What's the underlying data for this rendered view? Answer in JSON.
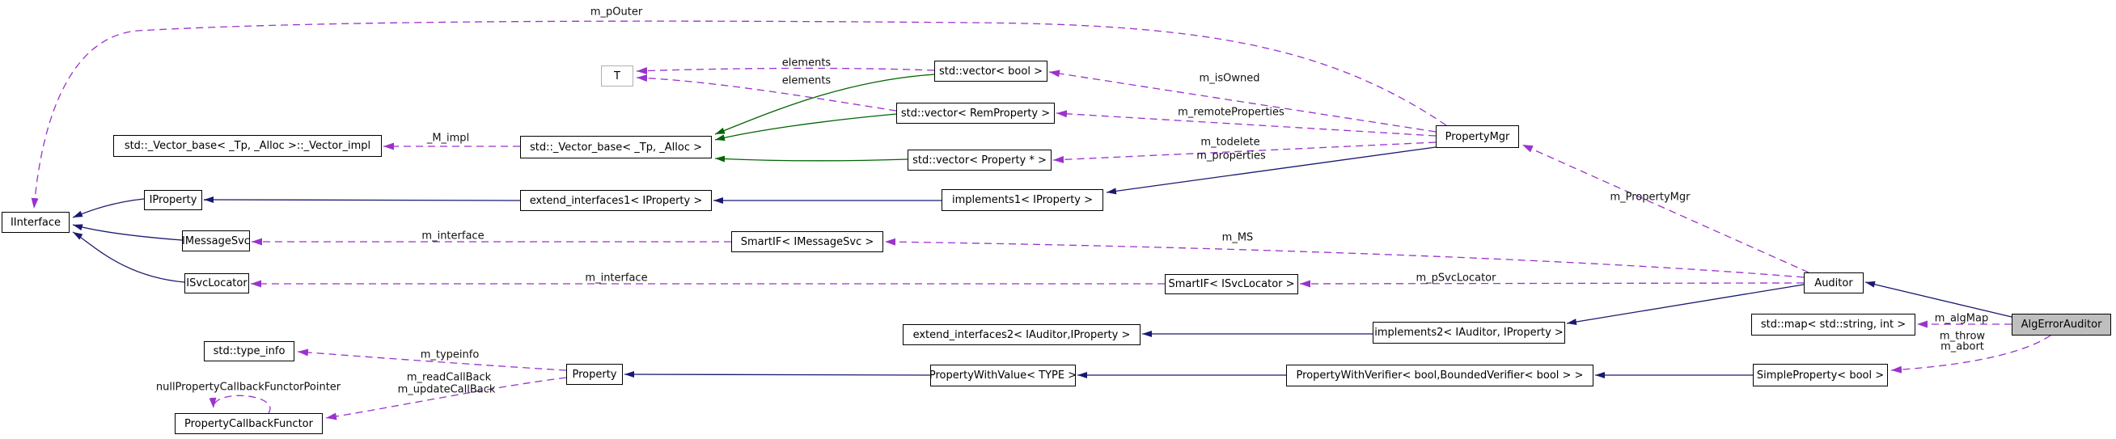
{
  "diagram": {
    "kind": "doxygen-collaboration-graph",
    "highlighted_node": "AlgErrorAuditor",
    "colors": {
      "public_inheritance": "#191970",
      "protected_inheritance": "#006400",
      "usage_dashed": "#9a32cd",
      "node_border": "#000000",
      "highlight_fill": "#bfbfbf",
      "background": "#ffffff"
    },
    "nodes": [
      {
        "label": "IInterface"
      },
      {
        "label": "std::_Vector_base< _Tp, _Alloc >::_Vector_impl"
      },
      {
        "label": "T"
      },
      {
        "label": "std::vector< bool >"
      },
      {
        "label": "std::vector< RemProperty >"
      },
      {
        "label": "std::_Vector_base< _Tp, _Alloc >"
      },
      {
        "label": "std::vector< Property * >"
      },
      {
        "label": "PropertyMgr"
      },
      {
        "label": "IProperty"
      },
      {
        "label": "extend_interfaces1< IProperty >"
      },
      {
        "label": "implements1< IProperty >"
      },
      {
        "label": "IMessageSvc"
      },
      {
        "label": "SmartIF< IMessageSvc >"
      },
      {
        "label": "ISvcLocator"
      },
      {
        "label": "SmartIF< ISvcLocator >"
      },
      {
        "label": "Auditor"
      },
      {
        "label": "std::map< std::string, int >"
      },
      {
        "label": "AlgErrorAuditor"
      },
      {
        "label": "extend_interfaces2< IAuditor,IProperty >"
      },
      {
        "label": "implements2< IAuditor, IProperty >"
      },
      {
        "label": "SimpleProperty< bool >"
      },
      {
        "label": "std::type_info"
      },
      {
        "label": "Property"
      },
      {
        "label": "PropertyWithValue< TYPE >"
      },
      {
        "label": "PropertyWithVerifier< bool,BoundedVerifier< bool > >"
      },
      {
        "label": "PropertyCallbackFunctor"
      }
    ],
    "edge_labels": [
      {
        "text": "m_pOuter"
      },
      {
        "text": "elements"
      },
      {
        "text": "elements"
      },
      {
        "text": "m_isOwned"
      },
      {
        "text": "m_remoteProperties"
      },
      {
        "text": "m_todelete"
      },
      {
        "text": "m_properties"
      },
      {
        "text": "_M_impl"
      },
      {
        "text": "m_PropertyMgr"
      },
      {
        "text": "m_interface"
      },
      {
        "text": "m_MS"
      },
      {
        "text": "m_interface"
      },
      {
        "text": "m_pSvcLocator"
      },
      {
        "text": "m_algMap"
      },
      {
        "text": "m_throw"
      },
      {
        "text": "m_abort"
      },
      {
        "text": "m_typeinfo"
      },
      {
        "text": "m_readCallBack"
      },
      {
        "text": "m_updateCallBack"
      },
      {
        "text": "nullPropertyCallbackFunctorPointer"
      }
    ],
    "edges": [
      {
        "from": "AlgErrorAuditor",
        "to": "Auditor",
        "type": "public-inheritance"
      },
      {
        "from": "Auditor",
        "to": "implements2< IAuditor, IProperty >",
        "type": "public-inheritance"
      },
      {
        "from": "implements2< IAuditor, IProperty >",
        "to": "extend_interfaces2< IAuditor,IProperty >",
        "type": "public-inheritance"
      },
      {
        "from": "implements1< IProperty >",
        "to": "extend_interfaces1< IProperty >",
        "type": "public-inheritance"
      },
      {
        "from": "extend_interfaces1< IProperty >",
        "to": "IProperty",
        "type": "public-inheritance"
      },
      {
        "from": "IProperty",
        "to": "IInterface",
        "type": "public-inheritance"
      },
      {
        "from": "IMessageSvc",
        "to": "IInterface",
        "type": "public-inheritance"
      },
      {
        "from": "ISvcLocator",
        "to": "IInterface",
        "type": "public-inheritance"
      },
      {
        "from": "PropertyMgr",
        "to": "implements1< IProperty >",
        "type": "public-inheritance"
      },
      {
        "from": "SimpleProperty< bool >",
        "to": "PropertyWithVerifier< bool,BoundedVerifier< bool > >",
        "type": "public-inheritance"
      },
      {
        "from": "PropertyWithVerifier< bool,BoundedVerifier< bool > >",
        "to": "PropertyWithValue< TYPE >",
        "type": "public-inheritance"
      },
      {
        "from": "PropertyWithValue< TYPE >",
        "to": "Property",
        "type": "public-inheritance"
      },
      {
        "from": "std::vector< bool >",
        "to": "std::_Vector_base< _Tp, _Alloc >",
        "type": "protected-inheritance"
      },
      {
        "from": "std::vector< RemProperty >",
        "to": "std::_Vector_base< _Tp, _Alloc >",
        "type": "protected-inheritance"
      },
      {
        "from": "std::vector< Property * >",
        "to": "std::_Vector_base< _Tp, _Alloc >",
        "type": "protected-inheritance"
      },
      {
        "from": "PropertyMgr",
        "to": "IInterface",
        "type": "usage",
        "label": "m_pOuter"
      },
      {
        "from": "std::vector< bool >",
        "to": "T",
        "type": "usage",
        "label": "elements"
      },
      {
        "from": "std::vector< RemProperty >",
        "to": "T",
        "type": "usage",
        "label": "elements"
      },
      {
        "from": "PropertyMgr",
        "to": "std::vector< bool >",
        "type": "usage",
        "label": "m_isOwned"
      },
      {
        "from": "PropertyMgr",
        "to": "std::vector< RemProperty >",
        "type": "usage",
        "label": "m_remoteProperties"
      },
      {
        "from": "PropertyMgr",
        "to": "std::vector< Property * >",
        "type": "usage",
        "label": "m_todelete m_properties"
      },
      {
        "from": "std::_Vector_base< _Tp, _Alloc >",
        "to": "std::_Vector_base< _Tp, _Alloc >::_Vector_impl",
        "type": "usage",
        "label": "_M_impl"
      },
      {
        "from": "SmartIF< IMessageSvc >",
        "to": "IMessageSvc",
        "type": "usage",
        "label": "m_interface"
      },
      {
        "from": "Auditor",
        "to": "SmartIF< IMessageSvc >",
        "type": "usage",
        "label": "m_MS"
      },
      {
        "from": "SmartIF< ISvcLocator >",
        "to": "ISvcLocator",
        "type": "usage",
        "label": "m_interface"
      },
      {
        "from": "Auditor",
        "to": "SmartIF< ISvcLocator >",
        "type": "usage",
        "label": "m_pSvcLocator"
      },
      {
        "from": "Auditor",
        "to": "PropertyMgr",
        "type": "usage",
        "label": "m_PropertyMgr"
      },
      {
        "from": "AlgErrorAuditor",
        "to": "std::map< std::string, int >",
        "type": "usage",
        "label": "m_algMap"
      },
      {
        "from": "AlgErrorAuditor",
        "to": "SimpleProperty< bool >",
        "type": "usage",
        "label": "m_throw m_abort"
      },
      {
        "from": "Property",
        "to": "std::type_info",
        "type": "usage",
        "label": "m_typeinfo"
      },
      {
        "from": "Property",
        "to": "PropertyCallbackFunctor",
        "type": "usage",
        "label": "m_readCallBack m_updateCallBack"
      },
      {
        "from": "PropertyCallbackFunctor",
        "to": "PropertyCallbackFunctor",
        "type": "usage",
        "label": "nullPropertyCallbackFunctorPointer"
      }
    ]
  }
}
